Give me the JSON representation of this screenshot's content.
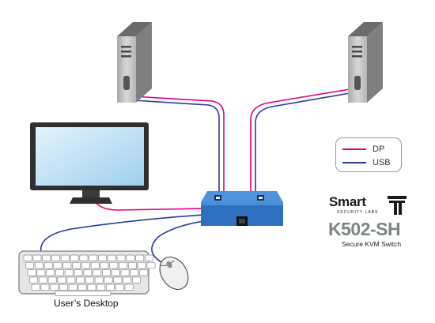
{
  "legend": {
    "items": [
      {
        "label": "DP",
        "color": "#e2007a"
      },
      {
        "label": "USB",
        "color": "#2b3a9a"
      }
    ]
  },
  "brand": {
    "name": "Smart",
    "sub": "SECURITY LABS",
    "model": "K502-SH",
    "model_sub": "Secure KVM Switch"
  },
  "desktop_label": "User’s Desktop",
  "colors": {
    "dp": "#e2007a",
    "usb": "#2b3a9a",
    "switch": "#3a7fcf",
    "tower_side": "#8c8c8c",
    "tower_front": "#c8c8c8",
    "screen": "#c5e3f5"
  }
}
